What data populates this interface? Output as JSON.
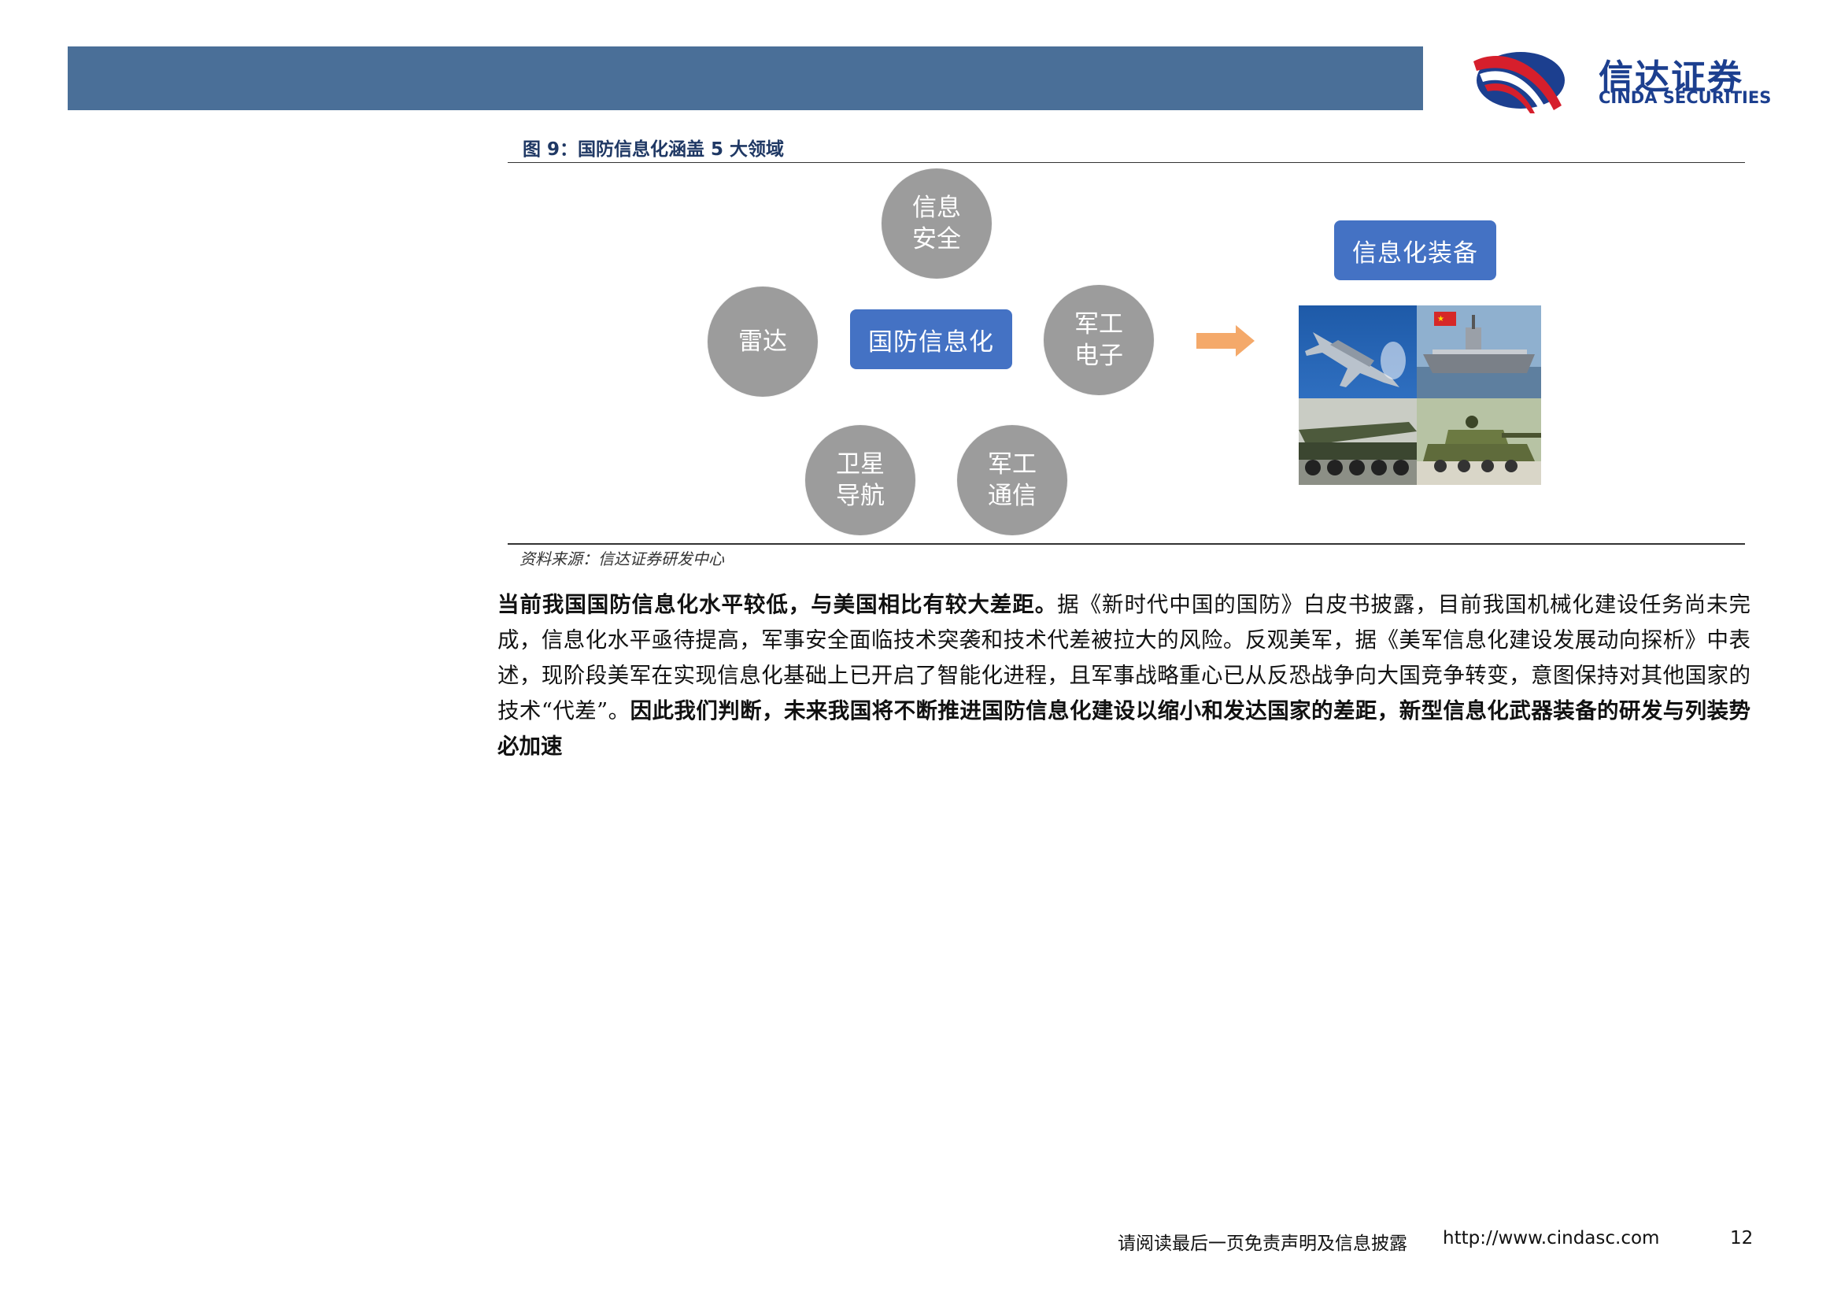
{
  "header": {
    "logo_cn": "信达证券",
    "logo_en": "CINDA SECURITIES",
    "colors": {
      "bar": "#4a6f98",
      "logo_blue": "#1c3f8f",
      "logo_red": "#d61f2c"
    }
  },
  "figure": {
    "title": "图 9：国防信息化涵盖 5 大领域",
    "center_label": "国防信息化",
    "domains": {
      "security": [
        "信息",
        "安全"
      ],
      "radar": [
        "雷达"
      ],
      "electronics": [
        "军工",
        "电子"
      ],
      "navigation": [
        "卫星",
        "导航"
      ],
      "communication": [
        "军工",
        "通信"
      ]
    },
    "equipment_label": "信息化装备",
    "photos": [
      "fighter-jet",
      "aircraft-carrier",
      "missile-launcher",
      "tank"
    ],
    "source": "资料来源：信达证券研发中心",
    "colors": {
      "circle": "#9c9c9c",
      "box": "#4472c4",
      "arrow": "#f4a96a"
    }
  },
  "body": {
    "s1": "当前我国国防信息化水平较低，与美国相比有较大差距。",
    "s2": "据《新时代中国的国防》白皮书披露，目前我国机械化建设任务尚未完成，信息化水平亟待提高，军事安全面临技术突袭和技术代差被拉大的风险。反观美军，据《美军信息化建设发展动向探析》中表述，现阶段美军在实现信息化基础上已开启了智能化进程，且军事战略重心已从反恐战争向大国竞争转变，意图保持对其他国家的技术“代差”。",
    "s3": "因此我们判断，未来我国将不断推进国防信息化建设以缩小和发达国家的差距，新型信息化武器装备的研发与列装势必加速"
  },
  "footer": {
    "disclaimer": "请阅读最后一页免责声明及信息披露",
    "url": "http://www.cindasc.com",
    "page": "12"
  }
}
